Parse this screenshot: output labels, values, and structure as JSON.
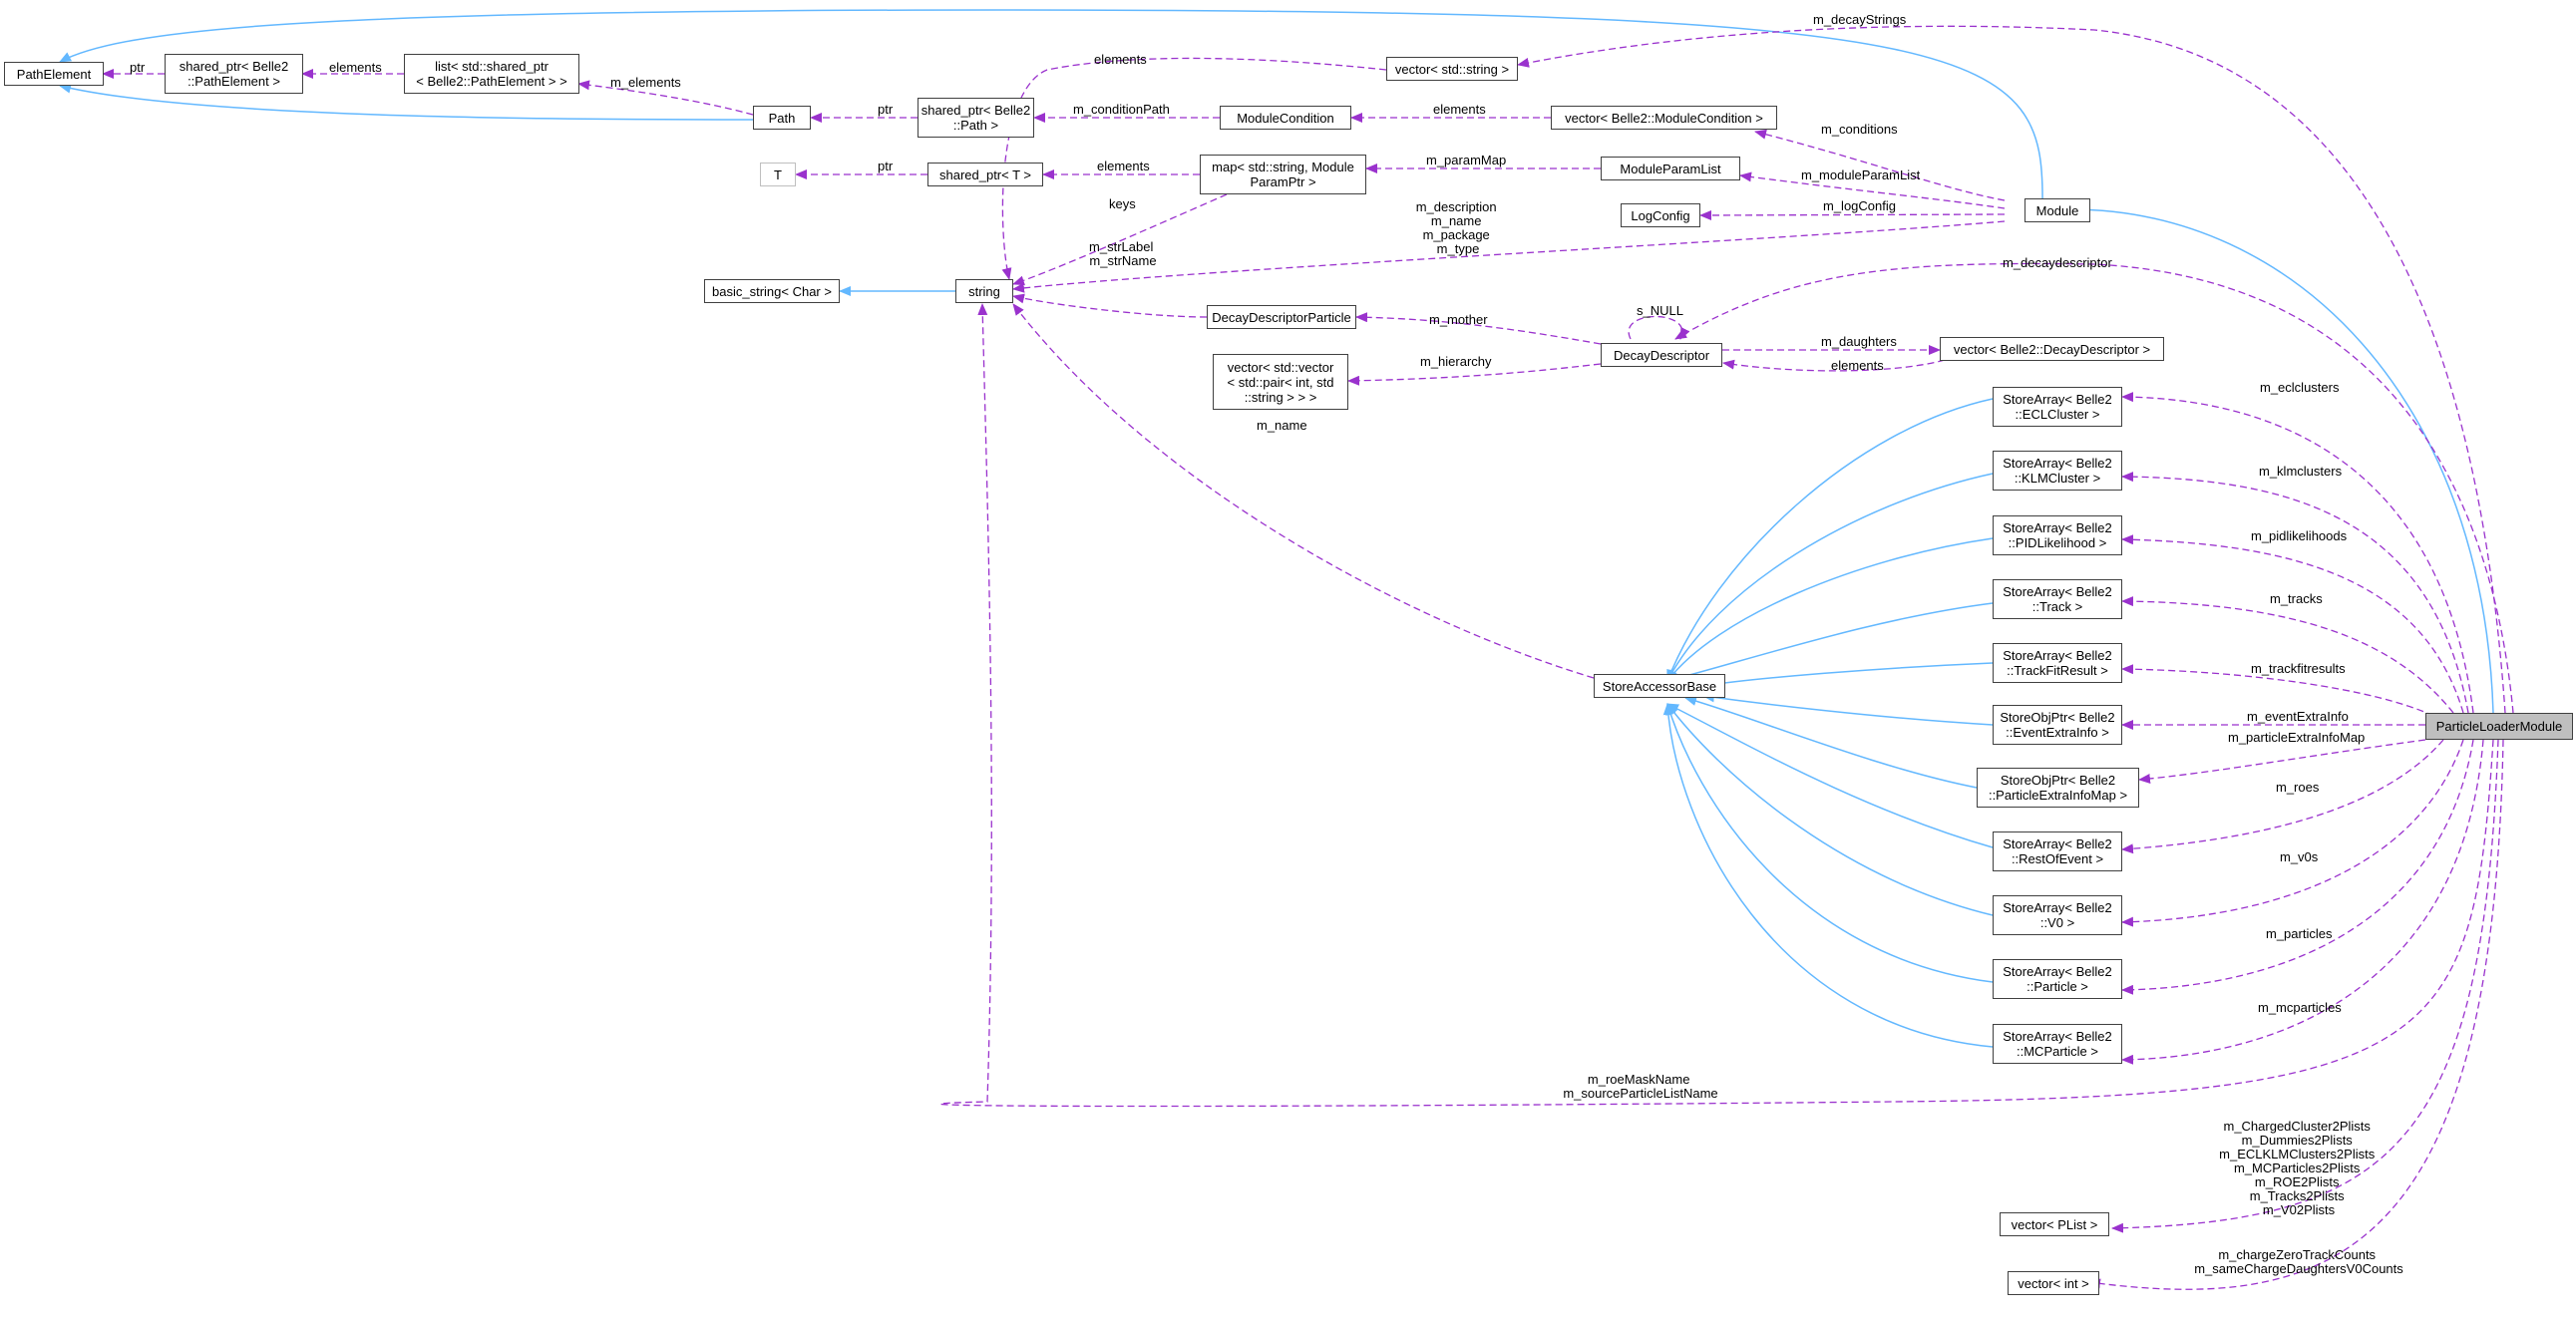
{
  "nodes": {
    "path_element": [
      "PathElement"
    ],
    "shared_ptr_pathelement": [
      "shared_ptr< Belle2",
      "::PathElement >"
    ],
    "list_shared_ptr": [
      "list< std::shared_ptr",
      "< Belle2::PathElement > >"
    ],
    "path": [
      "Path"
    ],
    "shared_ptr_path": [
      "shared_ptr< Belle2",
      "::Path >"
    ],
    "module_condition": [
      "ModuleCondition"
    ],
    "vector_module_condition": [
      "vector< Belle2::ModuleCondition >"
    ],
    "vector_string": [
      "vector< std::string >"
    ],
    "t": [
      "T"
    ],
    "shared_ptr_t": [
      "shared_ptr< T >"
    ],
    "map_module_param": [
      "map< std::string, Module",
      "ParamPtr >"
    ],
    "module_param_list": [
      "ModuleParamList"
    ],
    "log_config": [
      "LogConfig"
    ],
    "module": [
      "Module"
    ],
    "basic_string": [
      "basic_string< Char >"
    ],
    "string": [
      "string"
    ],
    "decay_descriptor_particle": [
      "DecayDescriptorParticle"
    ],
    "decay_descriptor": [
      "DecayDescriptor"
    ],
    "vector_decay_descriptor": [
      "vector< Belle2::DecayDescriptor >"
    ],
    "vector_hierarchy": [
      "vector< std::vector",
      "< std::pair< int, std",
      "::string > > >"
    ],
    "store_accessor_base": [
      "StoreAccessorBase"
    ],
    "sa_eclcluster": [
      "StoreArray< Belle2",
      "::ECLCluster >"
    ],
    "sa_klmcluster": [
      "StoreArray< Belle2",
      "::KLMCluster >"
    ],
    "sa_pidlikelihood": [
      "StoreArray< Belle2",
      "::PIDLikelihood >"
    ],
    "sa_track": [
      "StoreArray< Belle2",
      "::Track >"
    ],
    "sa_trackfitresult": [
      "StoreArray< Belle2",
      "::TrackFitResult >"
    ],
    "so_eventextrainfo": [
      "StoreObjPtr< Belle2",
      "::EventExtraInfo >"
    ],
    "so_particleextrainfomap": [
      "StoreObjPtr< Belle2",
      "::ParticleExtraInfoMap >"
    ],
    "sa_restofevent": [
      "StoreArray< Belle2",
      "::RestOfEvent >"
    ],
    "sa_v0": [
      "StoreArray< Belle2",
      "::V0 >"
    ],
    "sa_particle": [
      "StoreArray< Belle2",
      "::Particle >"
    ],
    "sa_mcparticle": [
      "StoreArray< Belle2",
      "::MCParticle >"
    ],
    "particle_loader_module": [
      "ParticleLoaderModule"
    ],
    "vector_plist": [
      "vector< PList >"
    ],
    "vector_int": [
      "vector< int >"
    ]
  },
  "edge_labels": {
    "ptr1": [
      "ptr"
    ],
    "elements1": [
      "elements"
    ],
    "m_elements": [
      "m_elements"
    ],
    "ptr2": [
      "ptr"
    ],
    "m_condition_path": [
      "m_conditionPath"
    ],
    "elements2": [
      "elements"
    ],
    "elements3": [
      "elements"
    ],
    "m_decay_strings": [
      "m_decayStrings"
    ],
    "ptr3": [
      "ptr"
    ],
    "elements4": [
      "elements"
    ],
    "m_param_map": [
      "m_paramMap"
    ],
    "m_conditions": [
      "m_conditions"
    ],
    "m_module_param_list": [
      "m_moduleParamList"
    ],
    "m_log_config": [
      "m_logConfig"
    ],
    "keys": [
      "keys"
    ],
    "module_strings": [
      "m_description",
      "m_name",
      "m_package",
      "m_type"
    ],
    "m_str_label": [
      "m_strLabel",
      "m_strName"
    ],
    "m_decaydescriptor": [
      "m_decaydescriptor"
    ],
    "s_null": [
      "s_NULL"
    ],
    "m_mother": [
      "m_mother"
    ],
    "m_daughters": [
      "m_daughters"
    ],
    "elements5": [
      "elements"
    ],
    "m_hierarchy": [
      "m_hierarchy"
    ],
    "m_name": [
      "m_name"
    ],
    "m_eclclusters": [
      "m_eclclusters"
    ],
    "m_klmclusters": [
      "m_klmclusters"
    ],
    "m_pidlikelihoods": [
      "m_pidlikelihoods"
    ],
    "m_tracks": [
      "m_tracks"
    ],
    "m_trackfitresults": [
      "m_trackfitresults"
    ],
    "m_event_extra_info": [
      "m_eventExtraInfo"
    ],
    "m_particle_extra_info_map": [
      "m_particleExtraInfoMap"
    ],
    "m_roes": [
      "m_roes"
    ],
    "m_v0s": [
      "m_v0s"
    ],
    "m_particles": [
      "m_particles"
    ],
    "m_mcparticles": [
      "m_mcparticles"
    ],
    "m_roe_mask_name": [
      "m_roeMaskName",
      "m_sourceParticleListName"
    ],
    "plists": [
      "m_ChargedCluster2Plists",
      "m_Dummies2Plists",
      "m_ECLKLMClusters2Plists",
      "m_MCParticles2Plists",
      "m_ROE2Plists",
      "m_Tracks2Plists",
      "m_V02Plists"
    ],
    "counts": [
      "m_chargeZeroTrackCounts",
      "m_sameChargeDaughtersV0Counts"
    ]
  },
  "colors": {
    "inheritance": "#63b8ff",
    "usage": "#9a32cd",
    "node_border": "#404040",
    "focus_fill": "#bfbfbf"
  }
}
